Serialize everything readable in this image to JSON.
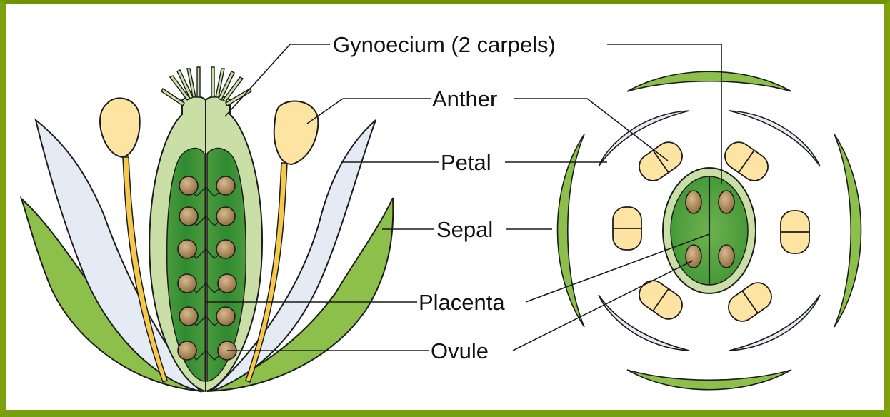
{
  "labels": {
    "gynoecium": "Gynoecium (2 carpels)",
    "anther": "Anther",
    "petal": "Petal",
    "sepal": "Sepal",
    "placenta": "Placenta",
    "ovule": "Ovule"
  },
  "colors": {
    "frame": "#7ea10e",
    "sepal": "#8cc04a",
    "petal": "#e4ebf4",
    "anther": "#fde4a3",
    "filament": "#f6c94a",
    "ovary_light": "#c9dfa6",
    "ovary_dark": "#3f9a39",
    "ovule": "#a8865a"
  }
}
